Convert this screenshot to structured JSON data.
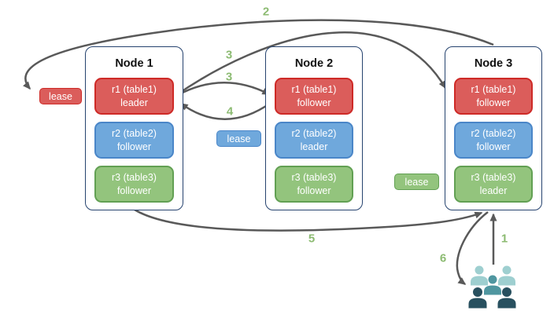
{
  "diagram": {
    "nodes": [
      {
        "title": "Node 1",
        "replicas": [
          {
            "name": "r1 (table1)",
            "role": "leader",
            "color_key": "red"
          },
          {
            "name": "r2 (table2)",
            "role": "follower",
            "color_key": "blue"
          },
          {
            "name": "r3 (table3)",
            "role": "follower",
            "color_key": "green"
          }
        ]
      },
      {
        "title": "Node 2",
        "replicas": [
          {
            "name": "r1 (table1)",
            "role": "follower",
            "color_key": "red"
          },
          {
            "name": "r2 (table2)",
            "role": "leader",
            "color_key": "blue"
          },
          {
            "name": "r3 (table3)",
            "role": "follower",
            "color_key": "green"
          }
        ]
      },
      {
        "title": "Node 3",
        "replicas": [
          {
            "name": "r1 (table1)",
            "role": "follower",
            "color_key": "red"
          },
          {
            "name": "r2 (table2)",
            "role": "follower",
            "color_key": "blue"
          },
          {
            "name": "r3 (table3)",
            "role": "leader",
            "color_key": "green"
          }
        ]
      }
    ],
    "leases": [
      {
        "label": "lease",
        "color_key": "red"
      },
      {
        "label": "lease",
        "color_key": "blue"
      },
      {
        "label": "lease",
        "color_key": "green"
      }
    ],
    "flow_steps": [
      {
        "label": "1"
      },
      {
        "label": "2"
      },
      {
        "label": "3"
      },
      {
        "label": "3"
      },
      {
        "label": "4"
      },
      {
        "label": "5"
      },
      {
        "label": "6"
      }
    ],
    "icons": [
      {
        "name": "users-group-icon"
      }
    ],
    "colors": {
      "red_fill": "#DB5D5B",
      "red_border": "#CE2A27",
      "blue_fill": "#6FA8DC",
      "blue_border": "#4A86C8",
      "green_fill": "#93C47D",
      "green_border": "#62A053",
      "node_border": "#26436F",
      "arrow": "#595959",
      "step_label": "#8CBB72",
      "users_light": "#9ECFD0",
      "users_mid": "#4F96A0",
      "users_dark": "#28505F"
    }
  }
}
